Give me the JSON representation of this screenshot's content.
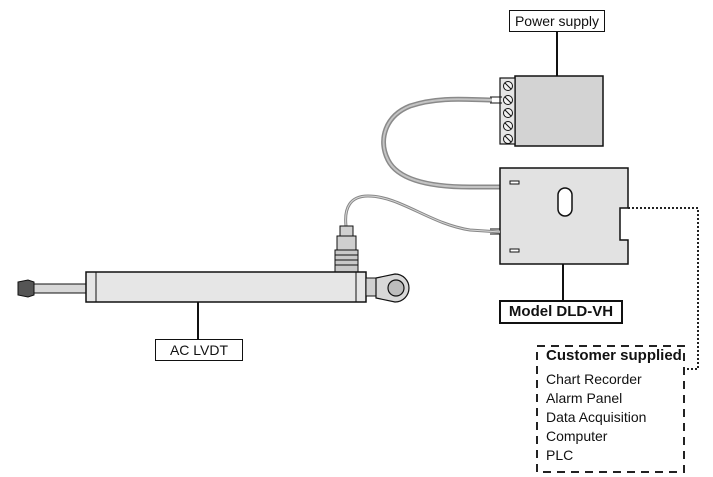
{
  "labels": {
    "power_supply": "Power supply",
    "model": "Model DLD-VH",
    "sensor": "AC LVDT"
  },
  "customer_supplied": {
    "title": "Customer supplied",
    "items": [
      "Chart Recorder",
      "Alarm Panel",
      "Data Acquisition",
      "Computer",
      "PLC"
    ]
  },
  "colors": {
    "line": "#111111",
    "box_fill": "#d3d3d3",
    "body_fill": "#e6e6e6",
    "cable": "#8a8a8a",
    "dashed_border": "#222222"
  }
}
